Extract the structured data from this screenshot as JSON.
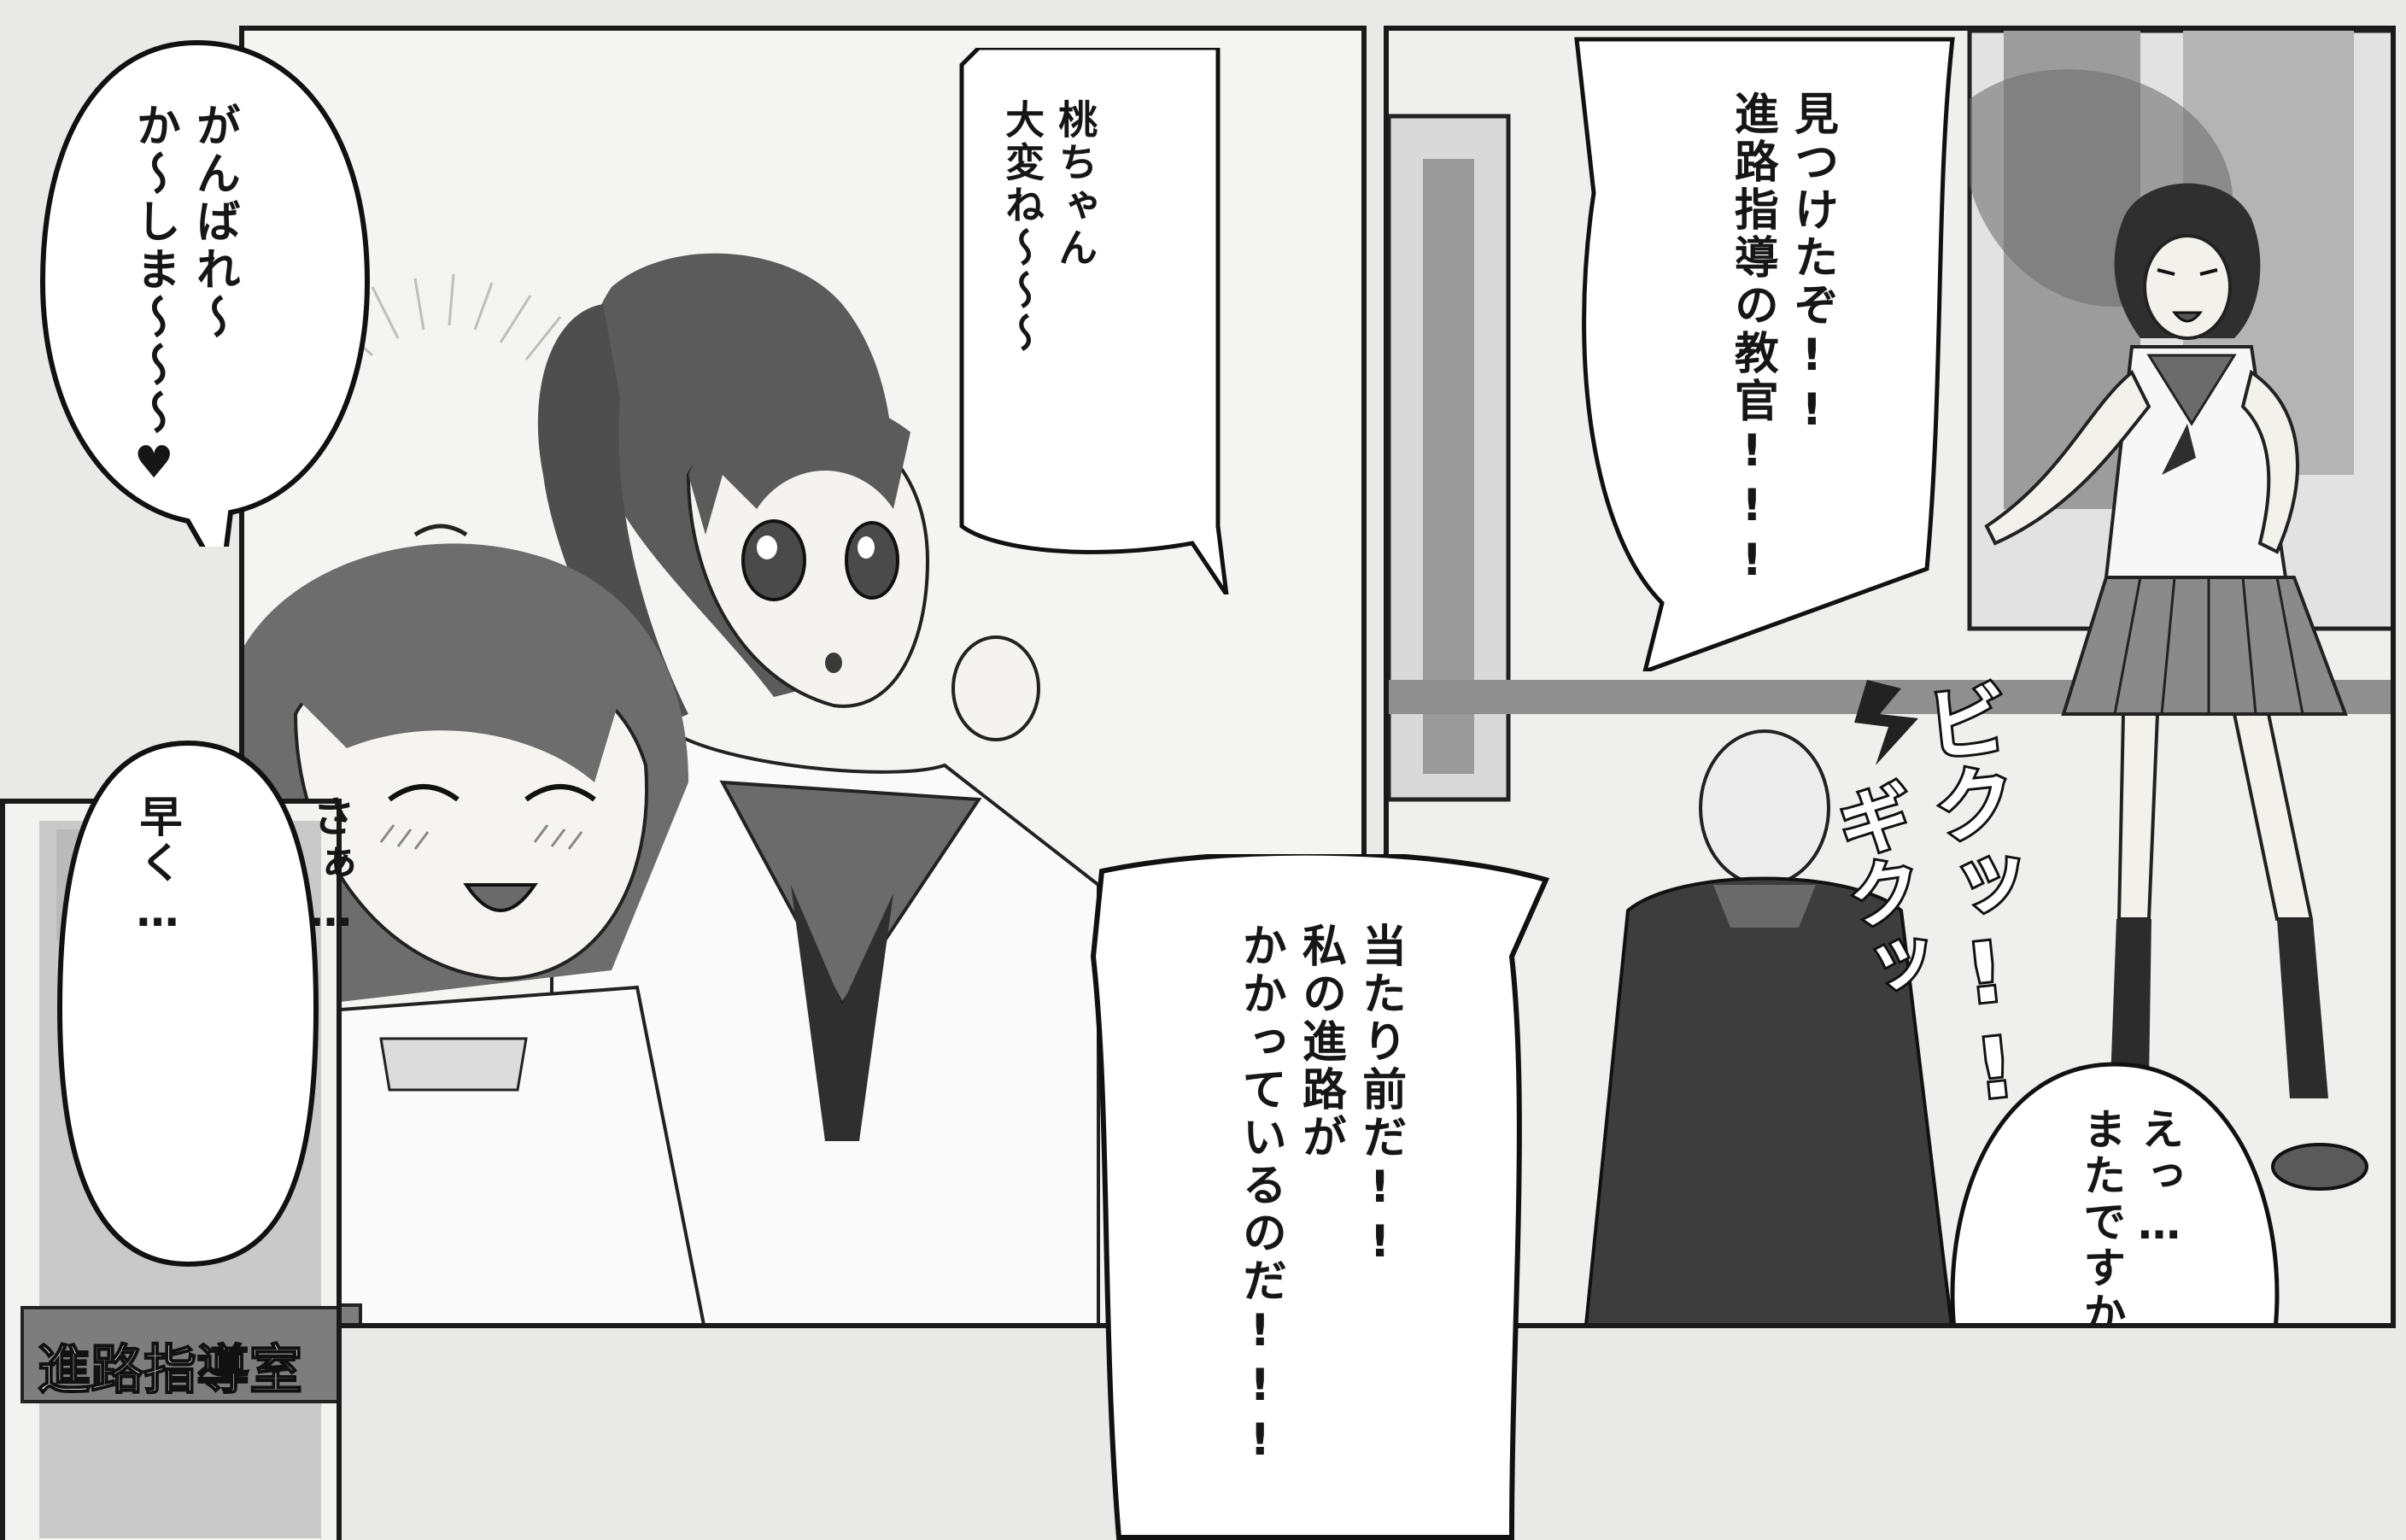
{
  "panels": {
    "left": {
      "bubble_cheer": "がんばれ〜\nか〜しま〜〜〜♥",
      "bubble_momo": "桃ちゃん\n大変ね〜〜〜",
      "bubble_hurry": "さぁ…\n\n\n早く…",
      "sign": "進路指導室"
    },
    "right": {
      "bubble_found": "見つけたぞ!!\n進路指導の教官!!!",
      "bubble_obviously": "当たり前だ!!\n私の進路が\nかかっているのだ!!!",
      "bubble_again": "えっ…\nまたですか…?",
      "sfx_1": "ビクッ!!",
      "sfx_2": "ギクッ"
    }
  },
  "colors": {
    "ink": "#161616",
    "paper": "#f4f4f2",
    "tone_dark": "#555555",
    "tone_mid": "#8a8a8a",
    "tone_light": "#c8c8c8"
  }
}
